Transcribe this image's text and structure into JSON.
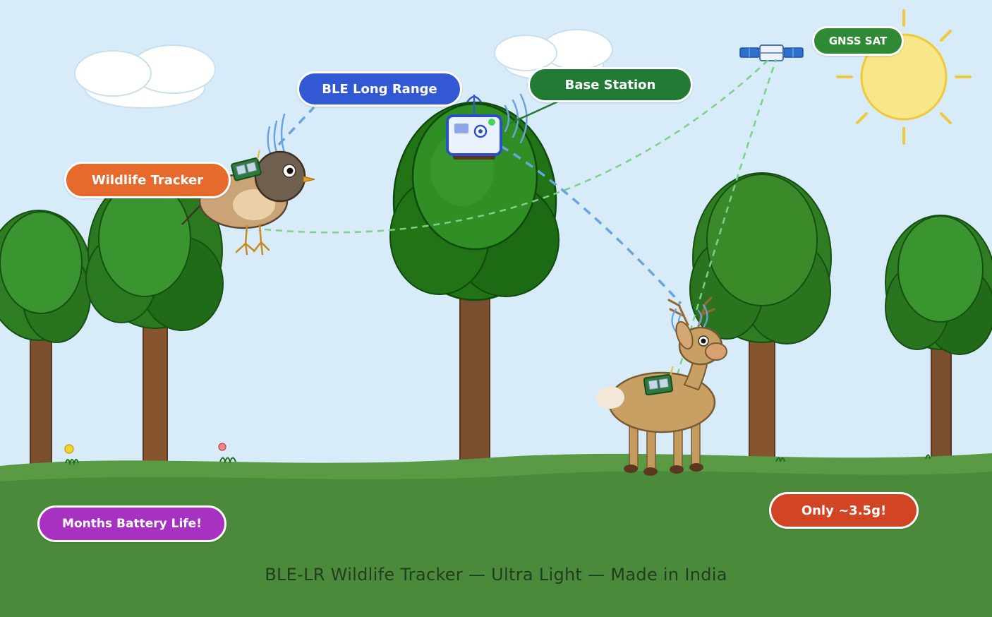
{
  "labels": {
    "ble_long_range": "BLE Long Range",
    "base_station": "Base Station",
    "gnss_sat": "GNSS SAT",
    "wildlife_tracker": "Wildlife Tracker",
    "battery": "Months Battery Life!",
    "weight": "Only ~3.5g!"
  },
  "caption": "BLE-LR Wildlife Tracker — Ultra Light — Made in India",
  "colors": {
    "sky": "#d7ebf8",
    "ground": "#4b8a3a",
    "ble_label": "#3358d4",
    "base_label": "#237a35",
    "gnss_label": "#2f8a36",
    "tracker_label": "#e56a2c",
    "battery_label": "#a732c2",
    "weight_label": "#d24524",
    "ble_link": "#6aa3e0",
    "gnss_link": "#7fcf8a"
  }
}
